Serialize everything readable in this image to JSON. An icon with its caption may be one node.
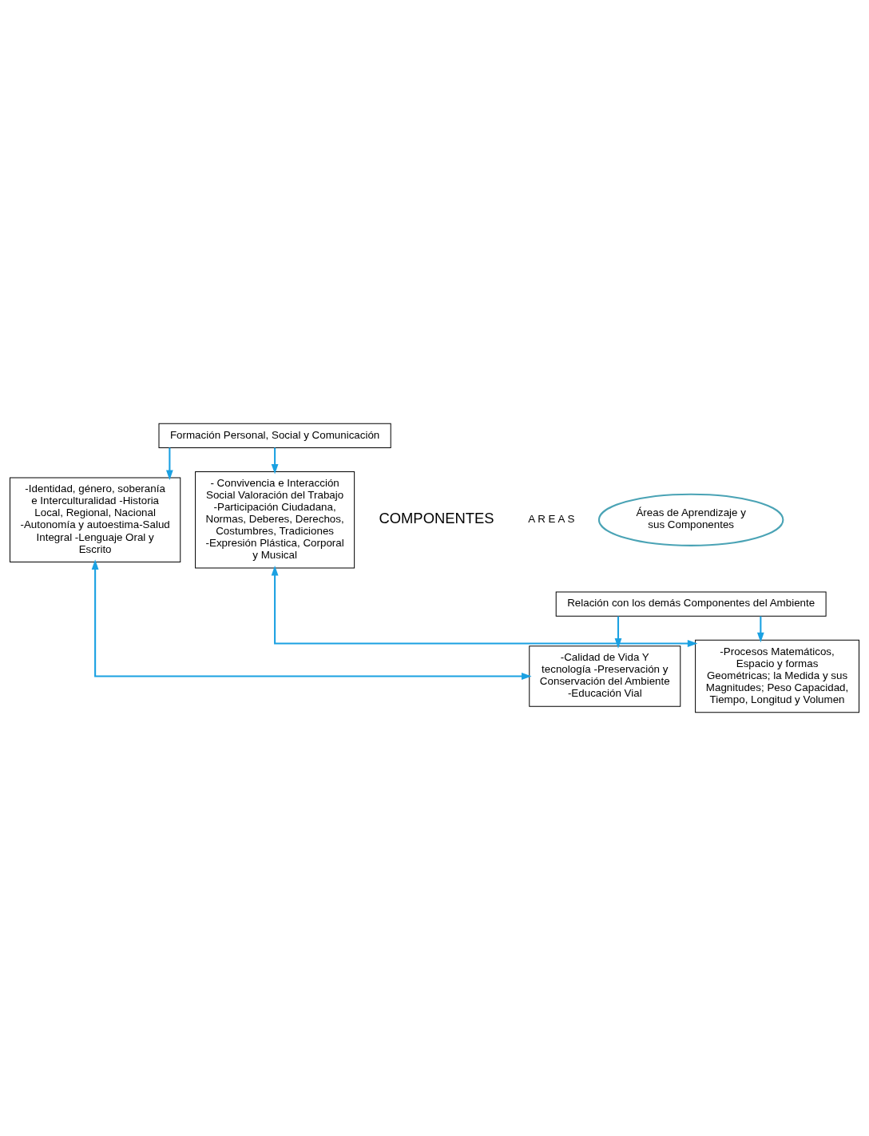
{
  "diagram": {
    "nodes": [
      {
        "text": [
          "-Identidad, género, soberanía e Interculturalidad -Historia Local, Regional, Nacional -Autonomía y autoestima-Salud Integral -Lenguaje Oral y Escrito"
        ]
      },
      {
        "text": [
          "- Convivencia e Interacción Social Valoración del Trabajo -Participación Ciudadana, Normas, Deberes, Derechos, Costumbres, Tradiciones -Expresión Plástica, Corporal y Musical"
        ]
      },
      {
        "text": [
          "Formación Personal, Social y Comunicación"
        ]
      },
      {
        "text": [
          "Áreas de Aprendizaje y sus Componentes"
        ]
      },
      {
        "text": [
          "Relación con los demás Componentes del Ambiente"
        ]
      },
      {
        "text": [
          "-Calidad de Vida Y tecnología -Preservación y Conservación del Ambiente -Educación Vial"
        ]
      },
      {
        "text": [
          "-Procesos Matemáticos, Espacio y formas Geométricas; la Medida y sus Magnitudes; Peso Capacidad, Tiempo, Longitud y Volumen"
        ]
      }
    ],
    "edges": [
      {
        "from": 2,
        "to": 0,
        "arrow": "to",
        "color": "#1ba1e2"
      },
      {
        "from": 2,
        "to": 1,
        "arrow": "to",
        "color": "#1ba1e2"
      },
      {
        "from": 4,
        "to": 5,
        "arrow": "to",
        "color": "#1ba1e2"
      },
      {
        "from": 4,
        "to": 6,
        "arrow": "to",
        "color": "#1ba1e2"
      },
      {
        "from": 0,
        "to": 5,
        "arrow": "both",
        "color": "#1ba1e2"
      },
      {
        "from": 1,
        "to": 6,
        "arrow": "both",
        "color": "#1ba1e2"
      }
    ],
    "labels": [
      "COMPONENTES",
      "A R E A S"
    ]
  }
}
